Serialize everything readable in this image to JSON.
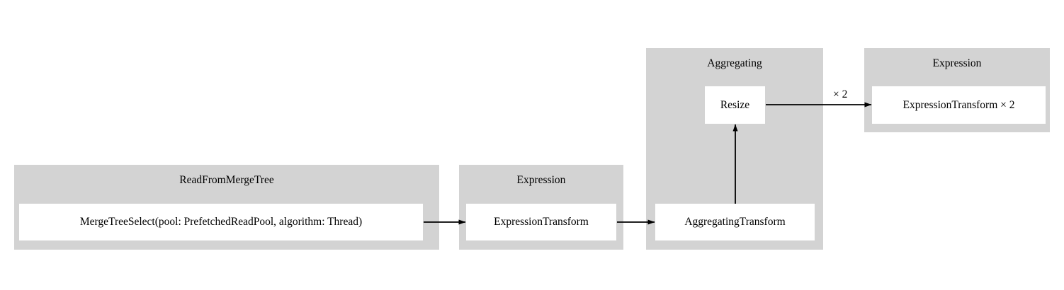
{
  "diagram": {
    "type": "pipeline-graph",
    "background": "#ffffff",
    "cluster_fill": "#d3d3d3",
    "node_fill": "#ffffff",
    "edge_color": "#000000",
    "clusters": [
      {
        "id": "read-from-merge-tree",
        "title": "ReadFromMergeTree",
        "nodes": [
          {
            "id": "merge-tree-select",
            "label": "MergeTreeSelect(pool: PrefetchedReadPool, algorithm: Thread)"
          }
        ]
      },
      {
        "id": "expression-1",
        "title": "Expression",
        "nodes": [
          {
            "id": "expression-transform-1",
            "label": "ExpressionTransform"
          }
        ]
      },
      {
        "id": "aggregating",
        "title": "Aggregating",
        "nodes": [
          {
            "id": "resize",
            "label": "Resize"
          },
          {
            "id": "aggregating-transform",
            "label": "AggregatingTransform"
          }
        ]
      },
      {
        "id": "expression-2",
        "title": "Expression",
        "nodes": [
          {
            "id": "expression-transform-2",
            "label": "ExpressionTransform × 2"
          }
        ]
      }
    ],
    "edges": [
      {
        "id": "edge-mergetreeselect-to-expressiontransform1",
        "from": "merge-tree-select",
        "to": "expression-transform-1",
        "label": ""
      },
      {
        "id": "edge-expressiontransform1-to-aggregatingtransform",
        "from": "expression-transform-1",
        "to": "aggregating-transform",
        "label": ""
      },
      {
        "id": "edge-aggregatingtransform-to-resize",
        "from": "aggregating-transform",
        "to": "resize",
        "label": ""
      },
      {
        "id": "edge-resize-to-expressiontransform2",
        "from": "resize",
        "to": "expression-transform-2",
        "label": "× 2"
      }
    ]
  }
}
